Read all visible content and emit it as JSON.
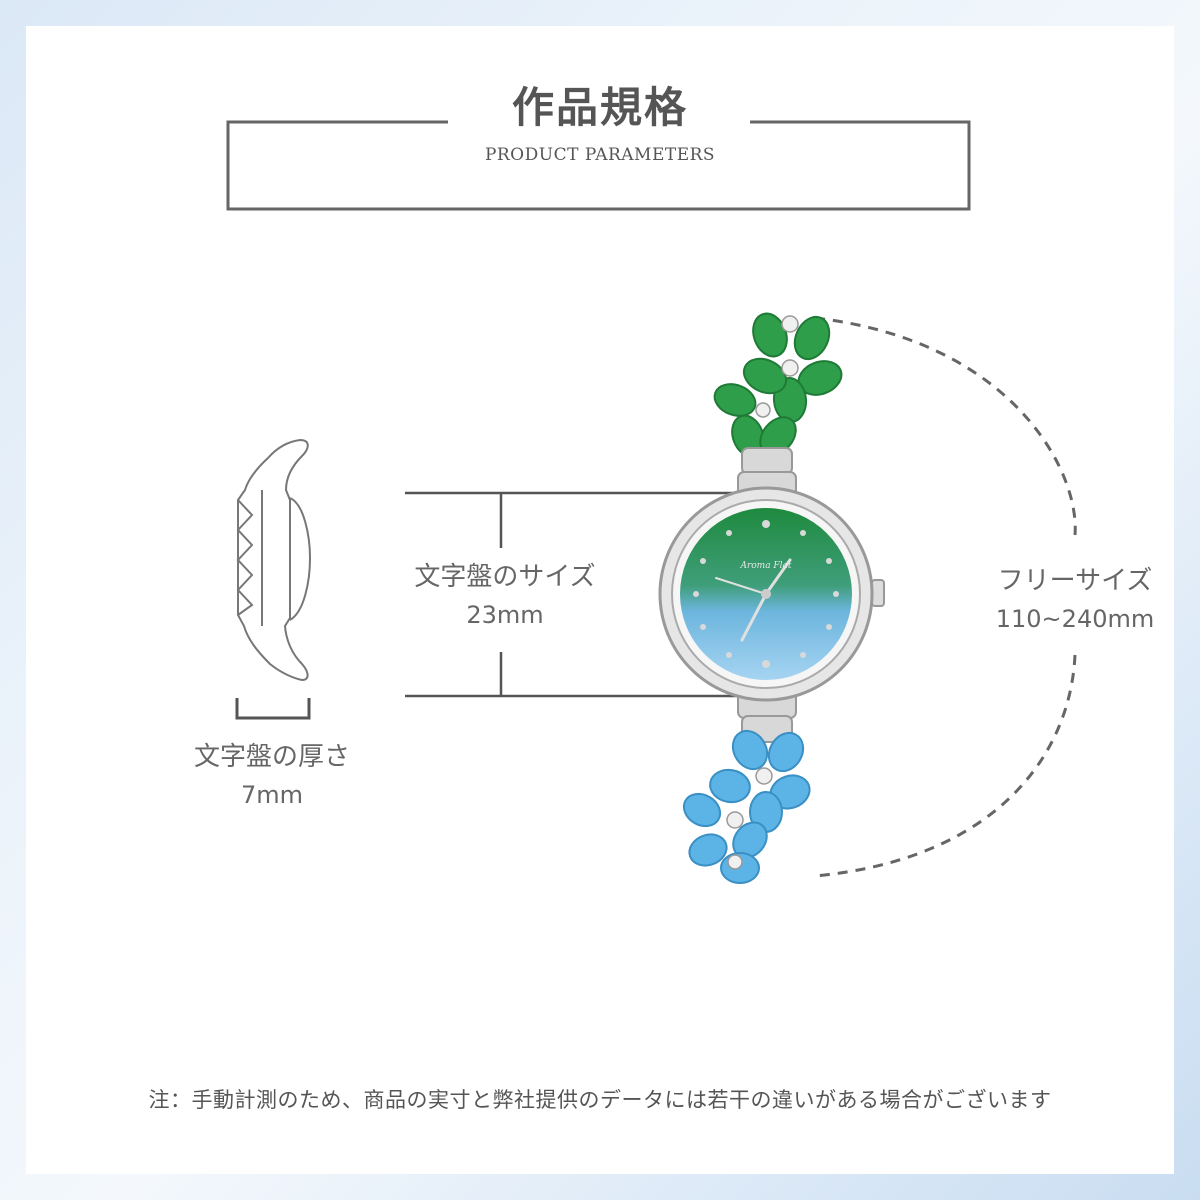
{
  "header": {
    "title": "作品規格",
    "subtitle": "PRODUCT PARAMETERS"
  },
  "specs": {
    "thickness": {
      "label": "文字盤の厚さ",
      "value": "7mm"
    },
    "dial_size": {
      "label": "文字盤のサイズ",
      "value": "23mm"
    },
    "band": {
      "label": "フリーサイズ",
      "value": "110~240mm"
    }
  },
  "watch": {
    "brand": "Aroma Flat",
    "top_flower_color": "#2e9e4a",
    "bottom_flower_color": "#5bb3e6"
  },
  "footer": {
    "note": "注：手動計測のため、商品の実寸と弊社提供のデータには若干の違いがある場合がございます"
  }
}
